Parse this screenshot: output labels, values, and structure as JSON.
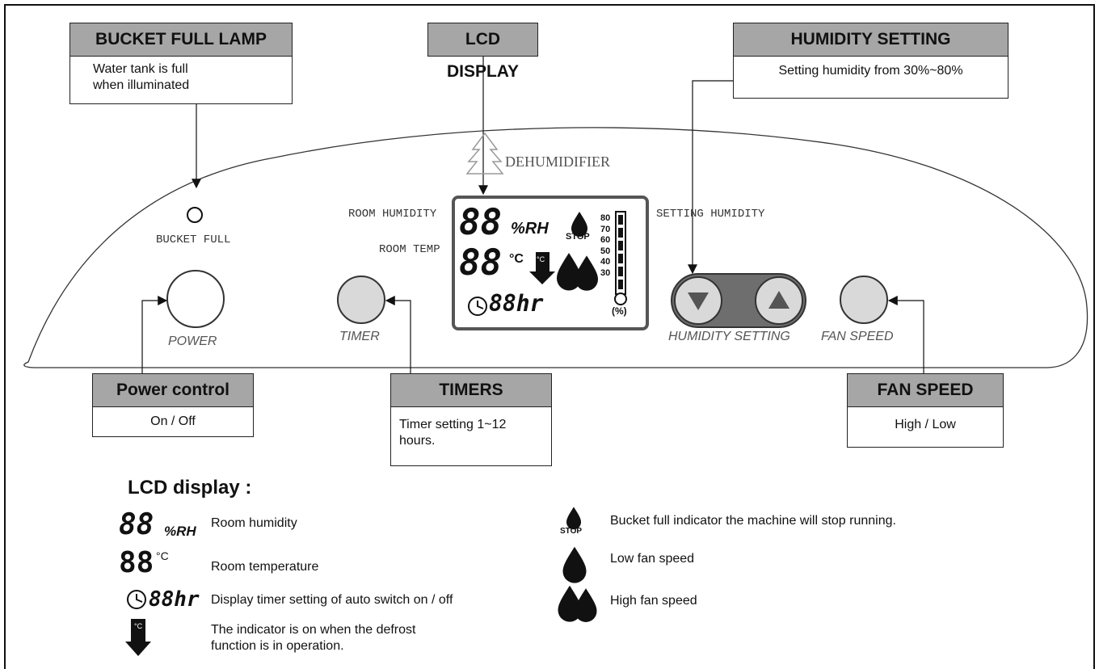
{
  "callouts": {
    "bucket_full_lamp": {
      "title": "BUCKET FULL LAMP",
      "text_line1": "Water tank is full",
      "text_line2": "when illuminated"
    },
    "lcd_display": {
      "title": "LCD DISPLAY"
    },
    "humidity_setting": {
      "title": "HUMIDITY SETTING",
      "text": "Setting humidity from 30%~80%"
    },
    "power_control": {
      "title": "Power control",
      "text": "On / Off"
    },
    "timers": {
      "title": "TIMERS",
      "text_line1": "Timer setting 1~12",
      "text_line2": "hours."
    },
    "fan_speed": {
      "title": "FAN SPEED",
      "text": "High / Low"
    }
  },
  "panel": {
    "brand": "DEHUMIDIFIER",
    "bucket_full_label": "BUCKET FULL",
    "room_humidity_label": "ROOM HUMIDITY",
    "room_temp_label": "ROOM TEMP",
    "setting_humidity_label": "SETTING HUMIDITY",
    "power_label": "POWER",
    "timer_label": "TIMER",
    "humidity_setting_label": "HUMIDITY SETTING",
    "fan_speed_label": "FAN SPEED"
  },
  "lcd": {
    "humidity_digits": "88",
    "humidity_unit": "%RH",
    "temp_digits": "88",
    "temp_unit": "°C",
    "timer_digits": "88hr",
    "stop_label": "STOP",
    "scale": [
      "80",
      "70",
      "60",
      "50",
      "40",
      "30"
    ],
    "scale_unit": "(%)",
    "defrost_unit": "°C"
  },
  "legend": {
    "title": "LCD display :",
    "left": [
      {
        "symbol": "88",
        "unit": "%RH",
        "text": "Room humidity"
      },
      {
        "symbol": "88",
        "unit": "°C",
        "text": "Room temperature"
      },
      {
        "symbol": "88hr",
        "text": "Display timer setting of auto switch on / off"
      },
      {
        "symbol": "°C",
        "text_line1": "The indicator is on when the defrost",
        "text_line2": "function is in operation."
      }
    ],
    "right": [
      {
        "symbol": "STOP",
        "text": "Bucket full indicator the machine will stop running."
      },
      {
        "text": "Low fan speed"
      },
      {
        "text": "High fan speed"
      }
    ]
  },
  "colors": {
    "callout_header": "#a6a6a6",
    "button_fill": "#d9d9d9",
    "slider_bar": "#6e6e6e"
  }
}
